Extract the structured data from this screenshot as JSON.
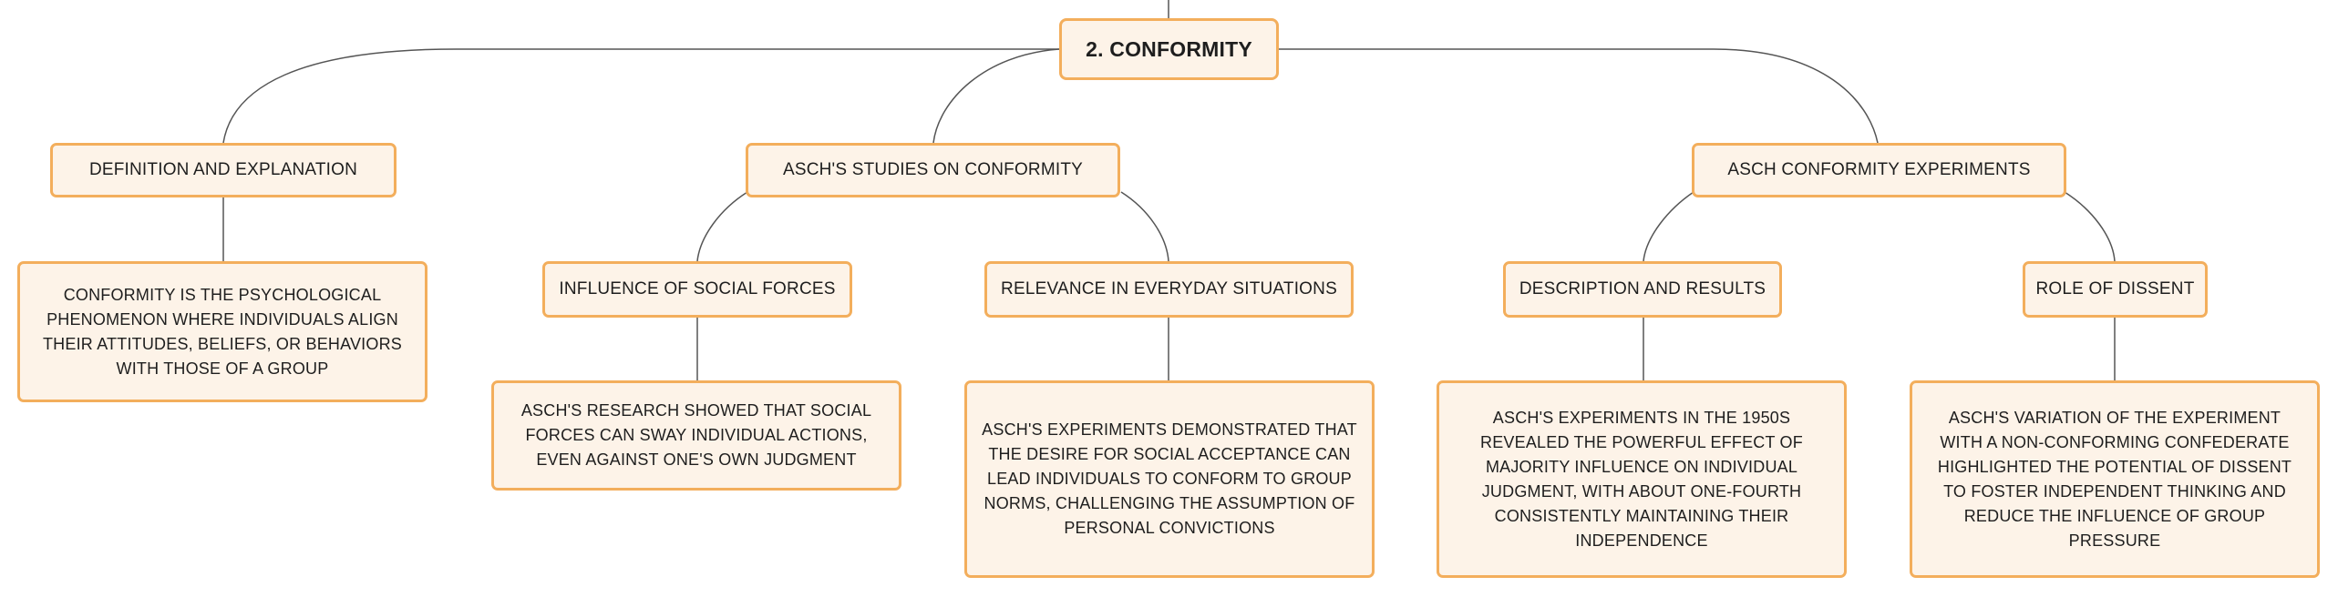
{
  "root": {
    "label": "2. CONFORMITY"
  },
  "topics": [
    {
      "label": "DEFINITION AND EXPLANATION"
    },
    {
      "label": "ASCH'S STUDIES ON CONFORMITY"
    },
    {
      "label": "ASCH CONFORMITY EXPERIMENTS"
    }
  ],
  "subtopics": [
    {
      "label": "INFLUENCE OF SOCIAL FORCES"
    },
    {
      "label": "RELEVANCE IN EVERYDAY SITUATIONS"
    },
    {
      "label": "DESCRIPTION AND RESULTS"
    },
    {
      "label": "ROLE OF DISSENT"
    }
  ],
  "details": [
    {
      "text": "CONFORMITY IS THE PSYCHOLOGICAL PHENOMENON WHERE INDIVIDUALS ALIGN THEIR ATTITUDES, BELIEFS, OR BEHAVIORS WITH THOSE OF A GROUP"
    },
    {
      "text": "ASCH'S RESEARCH SHOWED THAT SOCIAL FORCES CAN SWAY INDIVIDUAL ACTIONS, EVEN AGAINST ONE'S OWN JUDGMENT"
    },
    {
      "text": "ASCH'S EXPERIMENTS DEMONSTRATED THAT THE DESIRE FOR SOCIAL ACCEPTANCE CAN LEAD INDIVIDUALS TO CONFORM TO GROUP NORMS, CHALLENGING THE ASSUMPTION OF PERSONAL CONVICTIONS"
    },
    {
      "text": "ASCH'S EXPERIMENTS IN THE 1950S REVEALED THE POWERFUL EFFECT OF MAJORITY INFLUENCE ON INDIVIDUAL JUDGMENT, WITH ABOUT ONE-FOURTH CONSISTENTLY MAINTAINING THEIR INDEPENDENCE"
    },
    {
      "text": "ASCH'S VARIATION OF THE EXPERIMENT WITH A NON-CONFORMING CONFEDERATE HIGHLIGHTED THE POTENTIAL OF DISSENT TO FOSTER INDEPENDENT THINKING AND REDUCE THE INFLUENCE OF GROUP PRESSURE"
    }
  ],
  "colors": {
    "node_border": "#f3ae5c",
    "node_fill": "#fdf3e8",
    "connector": "#555555"
  }
}
